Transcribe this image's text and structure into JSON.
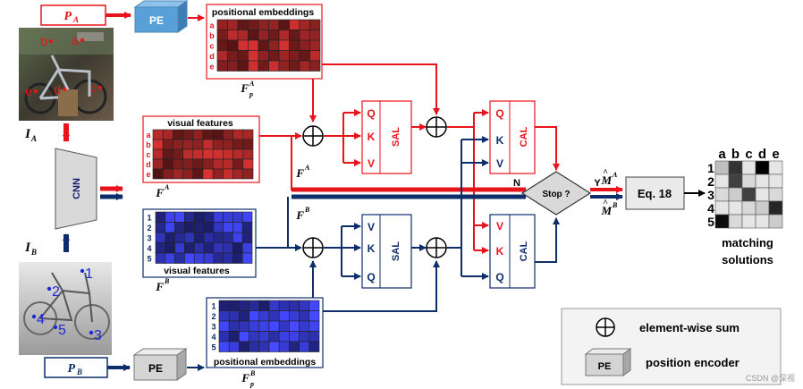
{
  "colors": {
    "red": "#e8141b",
    "navy": "#0d2d6b",
    "blue_cell": "#3a3fe0",
    "red_cell": "#b52a2a",
    "pe_blue": "#5aa0d8",
    "pe_gray": "#d4d4d4",
    "gray_box": "#d9d9d9",
    "legend_bg": "#f3f3f3"
  },
  "labels": {
    "p_a": "P",
    "p_a_sub": "A",
    "p_b": "P",
    "p_b_sub": "B",
    "pe": "PE",
    "positional_embeddings": "positional embeddings",
    "visual_features": "visual features",
    "f_p_a": "F",
    "f_p_a_sub": "p",
    "f_p_a_sup": "A",
    "f_p_b": "F",
    "f_p_b_sub": "p",
    "f_p_b_sup": "B",
    "f_a": "F",
    "f_a_sup": "A",
    "f_b": "F",
    "f_b_sup": "B",
    "i_a": "I",
    "i_a_sub": "A",
    "i_b": "I",
    "i_b_sub": "B",
    "cnn": "CNN",
    "sal": "SAL",
    "cal": "CAL",
    "q": "Q",
    "k": "K",
    "v": "V",
    "stop": "Stop ?",
    "n": "N",
    "y": "Y",
    "m_a": "M",
    "m_a_sup": "A",
    "m_b": "M",
    "m_b_sup": "B",
    "hat": "^",
    "eq18": "Eq. 18",
    "matching": "matching",
    "solutions": "solutions",
    "legend_sum": "element-wise sum",
    "legend_pe": "position encoder",
    "watermark": "CSDN @深视"
  },
  "letters_a": [
    "a",
    "b",
    "c",
    "d",
    "e"
  ],
  "letters_b": [
    "1",
    "2",
    "3",
    "4",
    "5"
  ],
  "photo_points_a": [
    "b",
    "a",
    "e",
    "d",
    "c"
  ],
  "photo_points_b": [
    "1",
    "2",
    "4",
    "5",
    "3"
  ],
  "matching": {
    "cols": [
      "a",
      "b",
      "c",
      "d",
      "e"
    ],
    "rows": [
      "1",
      "2",
      "3",
      "4",
      "5"
    ],
    "values": [
      [
        0.75,
        0.2,
        0.9,
        0.0,
        0.9
      ],
      [
        0.9,
        0.25,
        0.85,
        0.9,
        0.9
      ],
      [
        0.85,
        0.8,
        0.25,
        0.9,
        0.85
      ],
      [
        0.9,
        0.9,
        0.85,
        0.8,
        0.15
      ],
      [
        0.05,
        0.85,
        0.9,
        0.9,
        0.8
      ]
    ]
  }
}
